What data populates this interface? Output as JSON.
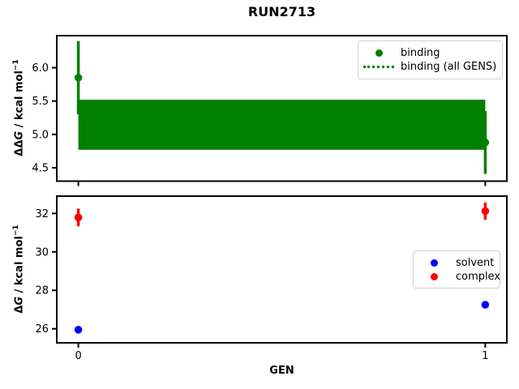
{
  "chart_data": [
    {
      "id": "ddg-plot",
      "type": "scatter",
      "title": "RUN2713",
      "ylabel": "ΔΔG / kcal mol⁻¹",
      "ylabel_parts": {
        "delta": "ΔΔ",
        "var": "G",
        "rest": " / kcal mol",
        "sup": "−1"
      },
      "x": [
        0,
        1
      ],
      "series": [
        {
          "name": "binding",
          "color": "#008000",
          "values": [
            5.85,
            4.88
          ],
          "errors": [
            0.55,
            0.47
          ]
        }
      ],
      "band": {
        "name": "binding (all GENS)",
        "color": "#008000",
        "x": [
          0,
          1
        ],
        "low": 4.77,
        "high": 5.52,
        "mean": 5.14,
        "line_style": "dotted"
      },
      "xlim": [
        -0.053,
        1.053
      ],
      "ylim": [
        4.3,
        6.48
      ],
      "xticks": [
        0,
        1
      ],
      "xticklabels": [
        "",
        ""
      ],
      "yticks": [
        4.5,
        5.0,
        5.5,
        6.0
      ],
      "yticklabels": [
        "4.5",
        "5.0",
        "5.5",
        "6.0"
      ],
      "legend": {
        "loc": "upper right",
        "entries": [
          "binding",
          "binding (all GENS)"
        ]
      }
    },
    {
      "id": "dg-plot",
      "type": "scatter",
      "xlabel": "GEN",
      "ylabel": "ΔG / kcal mol⁻¹",
      "ylabel_parts": {
        "delta": "Δ",
        "var": "G",
        "rest": " / kcal mol",
        "sup": "−1"
      },
      "x": [
        0,
        1
      ],
      "series": [
        {
          "name": "solvent",
          "color": "#0000ff",
          "values": [
            25.95,
            27.25
          ],
          "errors": [
            0.08,
            0.08
          ]
        },
        {
          "name": "complex",
          "color": "#ff0000",
          "values": [
            31.79,
            32.12
          ],
          "errors": [
            0.46,
            0.45
          ]
        }
      ],
      "xlim": [
        -0.053,
        1.053
      ],
      "ylim": [
        25.27,
        32.9
      ],
      "xticks": [
        0,
        1
      ],
      "xticklabels": [
        "0",
        "1"
      ],
      "yticks": [
        26,
        28,
        30,
        32
      ],
      "yticklabels": [
        "26",
        "28",
        "30",
        "32"
      ],
      "legend": {
        "loc": "center right",
        "entries": [
          "solvent",
          "complex"
        ]
      }
    }
  ],
  "colors": {
    "binding": "#008000",
    "solvent": "#0000ff",
    "complex": "#ff0000",
    "axis": "#000000",
    "legend_border": "#d2d2d2",
    "background": "#ffffff"
  }
}
